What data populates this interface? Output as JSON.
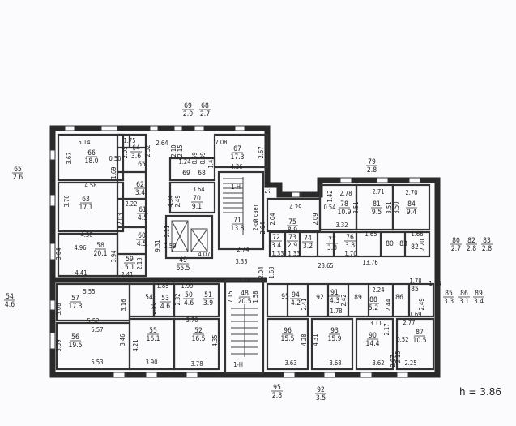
{
  "plan": {
    "ceiling_height_label": "h = 3.86",
    "stair_labels": [
      "1-Н",
      "1-Н"
    ],
    "second_light_label": "2-ой свет"
  },
  "rooms": [
    {
      "no": "66",
      "area": "18.0"
    },
    {
      "no": "64",
      "area": "3.6"
    },
    {
      "no": "65",
      "area": ""
    },
    {
      "no": "62",
      "area": "3.4"
    },
    {
      "no": "63",
      "area": "17.1"
    },
    {
      "no": "61",
      "area": "4.5"
    },
    {
      "no": "60",
      "area": "4.5"
    },
    {
      "no": "58",
      "area": "20.1"
    },
    {
      "no": "59",
      "area": "5.1"
    },
    {
      "no": "49",
      "area": "65.5"
    },
    {
      "no": "70",
      "area": "9.1"
    },
    {
      "no": "69",
      "area": ""
    },
    {
      "no": "68",
      "area": ""
    },
    {
      "no": "67",
      "area": "17.3"
    },
    {
      "no": "71",
      "area": "13.8"
    },
    {
      "no": "75",
      "area": "8.9"
    },
    {
      "no": "72",
      "area": "3.4"
    },
    {
      "no": "73",
      "area": "2.9"
    },
    {
      "no": "74",
      "area": "3.2"
    },
    {
      "no": "77",
      "area": "3.3"
    },
    {
      "no": "76",
      "area": "3.8"
    },
    {
      "no": "78",
      "area": "10.9"
    },
    {
      "no": "81",
      "area": "9.5"
    },
    {
      "no": "84",
      "area": "9.4"
    },
    {
      "no": "80",
      "area": ""
    },
    {
      "no": "83",
      "area": ""
    },
    {
      "no": "82",
      "area": ""
    },
    {
      "no": "57",
      "area": "17.3"
    },
    {
      "no": "56",
      "area": "19.5"
    },
    {
      "no": "55",
      "area": "16.1"
    },
    {
      "no": "52",
      "area": "16.5"
    },
    {
      "no": "54",
      "area": ""
    },
    {
      "no": "53",
      "area": "4.6"
    },
    {
      "no": "50",
      "area": "4.6"
    },
    {
      "no": "51",
      "area": "3.9"
    },
    {
      "no": "48",
      "area": "20.5"
    },
    {
      "no": "95",
      "area": ""
    },
    {
      "no": "94",
      "area": "4.2"
    },
    {
      "no": "92",
      "area": ""
    },
    {
      "no": "91",
      "area": "4.3"
    },
    {
      "no": "89",
      "area": ""
    },
    {
      "no": "88",
      "area": "5.2"
    },
    {
      "no": "86",
      "area": ""
    },
    {
      "no": "85",
      "area": ""
    },
    {
      "no": "96",
      "area": "15.5"
    },
    {
      "no": "93",
      "area": "15.9"
    },
    {
      "no": "90",
      "area": "14.4"
    },
    {
      "no": "87",
      "area": "10.5"
    }
  ],
  "window_heights": [
    {
      "no": "69",
      "value": "2.0"
    },
    {
      "no": "68",
      "value": "2.7"
    },
    {
      "no": "79",
      "value": "2.8"
    },
    {
      "no": "80",
      "value": "2.7"
    },
    {
      "no": "82",
      "value": "2.8"
    },
    {
      "no": "83",
      "value": "2.8"
    },
    {
      "no": "85",
      "value": "3.3"
    },
    {
      "no": "86",
      "value": "3.1"
    },
    {
      "no": "89",
      "value": "3.4"
    },
    {
      "no": "65",
      "value": "2.6"
    },
    {
      "no": "54",
      "value": "4.6"
    },
    {
      "no": "95",
      "value": "2.8"
    },
    {
      "no": "92",
      "value": "3.5"
    }
  ],
  "dimensions": [
    "5.14",
    "1.75",
    "2.64",
    "7.08",
    "3.67",
    "0.50",
    "2.05",
    "2.52",
    "2.10",
    "2.15",
    "1.24",
    "0.59",
    "0.89",
    "1.41",
    "2.67",
    "4.36",
    "1.69",
    "4.58",
    "3.76",
    "5.68",
    "4.34",
    "2.49",
    "3.64",
    "2.22",
    "2.03",
    "9.31",
    "3.11",
    "2.04",
    "2.74",
    "4.38",
    "3.04",
    "1.59",
    "4.07",
    "3.94",
    "2.13",
    "3.33",
    "2.41",
    "4.41",
    "2.04",
    "1.63",
    "4.29",
    "2.04",
    "2.09",
    "1.42",
    "0.54",
    "2.78",
    "3.51",
    "2.71",
    "3.51",
    "2.70",
    "3.50",
    "3.32",
    "1.65",
    "1.66",
    "2.20",
    "1.33",
    "1.33",
    "1.70",
    "23.65",
    "13.76",
    "1.78",
    "5.55",
    "3.08",
    "3.16",
    "1.85",
    "2.50",
    "1.99",
    "2.32",
    "3.70",
    "2.76",
    "7.15",
    "1.58",
    "5.52",
    "5.57",
    "3.59",
    "3.46",
    "4.21",
    "4.35",
    "5.53",
    "3.90",
    "3.78",
    "2.41",
    "2.42",
    "1.78",
    "2.24",
    "2.44",
    "1.78",
    "2.49",
    "1.69",
    "3.11",
    "2.17",
    "2.77",
    "0.52",
    "2.07",
    "2.15",
    "4.28",
    "4.31",
    "3.63",
    "3.68",
    "3.62",
    "2.25",
    "4.96"
  ]
}
